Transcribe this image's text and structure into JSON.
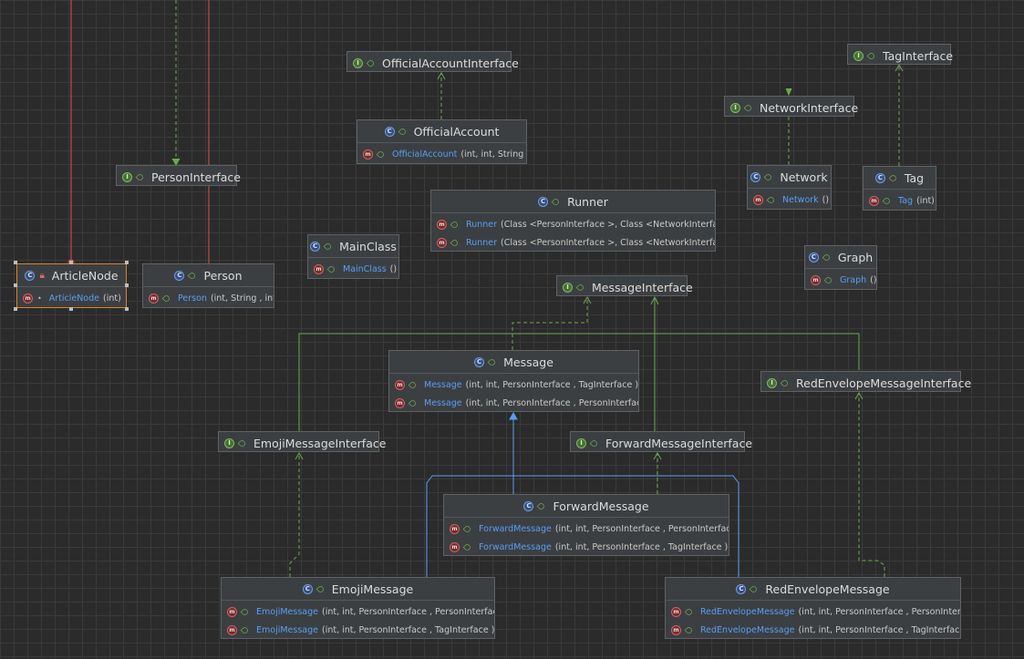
{
  "colors": {
    "background": "#2b2b2b",
    "interface_arrow": "#6aa84f",
    "extends_arrow": "#589df6",
    "inner_class_line": "#d9534f",
    "selection": "#d9822b",
    "method_name": "#589df6"
  },
  "nodes": {
    "official_account_interface": {
      "title": "OfficialAccountInterface",
      "kind": "interface"
    },
    "tag_interface": {
      "title": "TagInterface",
      "kind": "interface"
    },
    "network_interface": {
      "title": "NetworkInterface",
      "kind": "interface"
    },
    "person_interface": {
      "title": "PersonInterface",
      "kind": "interface"
    },
    "official_account": {
      "title": "OfficialAccount",
      "kind": "class",
      "methods": [
        {
          "name": "OfficialAccount",
          "sig": "(int, int, String )"
        }
      ]
    },
    "network": {
      "title": "Network",
      "kind": "class",
      "methods": [
        {
          "name": "Network",
          "sig": "()"
        }
      ]
    },
    "tag": {
      "title": "Tag",
      "kind": "class",
      "methods": [
        {
          "name": "Tag",
          "sig": "(int)"
        }
      ]
    },
    "runner": {
      "title": "Runner",
      "kind": "class",
      "methods": [
        {
          "name": "Runner",
          "sig": "(Class <PersonInterface >, Class <NetworkInterface >, C"
        },
        {
          "name": "Runner",
          "sig": "(Class <PersonInterface >, Class <NetworkInterface >, C"
        }
      ]
    },
    "main_class": {
      "title": "MainClass",
      "kind": "class",
      "methods": [
        {
          "name": "MainClass",
          "sig": "()"
        }
      ]
    },
    "article_node": {
      "title": "ArticleNode",
      "kind": "abstract-class",
      "methods": [
        {
          "name": "ArticleNode",
          "sig": "(int)"
        }
      ]
    },
    "person": {
      "title": "Person",
      "kind": "class",
      "methods": [
        {
          "name": "Person",
          "sig": "(int, String , int)"
        }
      ]
    },
    "graph": {
      "title": "Graph",
      "kind": "class",
      "methods": [
        {
          "name": "Graph",
          "sig": "()"
        }
      ]
    },
    "message_interface": {
      "title": "MessageInterface",
      "kind": "interface"
    },
    "message": {
      "title": "Message",
      "kind": "class",
      "methods": [
        {
          "name": "Message",
          "sig": "(int, int, PersonInterface , TagInterface )"
        },
        {
          "name": "Message",
          "sig": "(int, int, PersonInterface , PersonInterface )"
        }
      ]
    },
    "red_envelope_message_interface": {
      "title": "RedEnvelopeMessageInterface",
      "kind": "interface"
    },
    "emoji_message_interface": {
      "title": "EmojiMessageInterface",
      "kind": "interface"
    },
    "forward_message_interface": {
      "title": "ForwardMessageInterface",
      "kind": "interface"
    },
    "forward_message": {
      "title": "ForwardMessage",
      "kind": "class",
      "methods": [
        {
          "name": "ForwardMessage",
          "sig": "(int, int, PersonInterface , PersonInterface )"
        },
        {
          "name": "ForwardMessage",
          "sig": "(int, int, PersonInterface , TagInterface )"
        }
      ]
    },
    "emoji_message": {
      "title": "EmojiMessage",
      "kind": "class",
      "methods": [
        {
          "name": "EmojiMessage",
          "sig": "(int, int, PersonInterface , PersonInterface )"
        },
        {
          "name": "EmojiMessage",
          "sig": "(int, int, PersonInterface , TagInterface )"
        }
      ]
    },
    "red_envelope_message": {
      "title": "RedEnvelopeMessage",
      "kind": "class",
      "methods": [
        {
          "name": "RedEnvelopeMessage",
          "sig": "(int, int, PersonInterface , PersonInterface )"
        },
        {
          "name": "RedEnvelopeMessage",
          "sig": "(int, int, PersonInterface , TagInterface )"
        }
      ]
    }
  }
}
